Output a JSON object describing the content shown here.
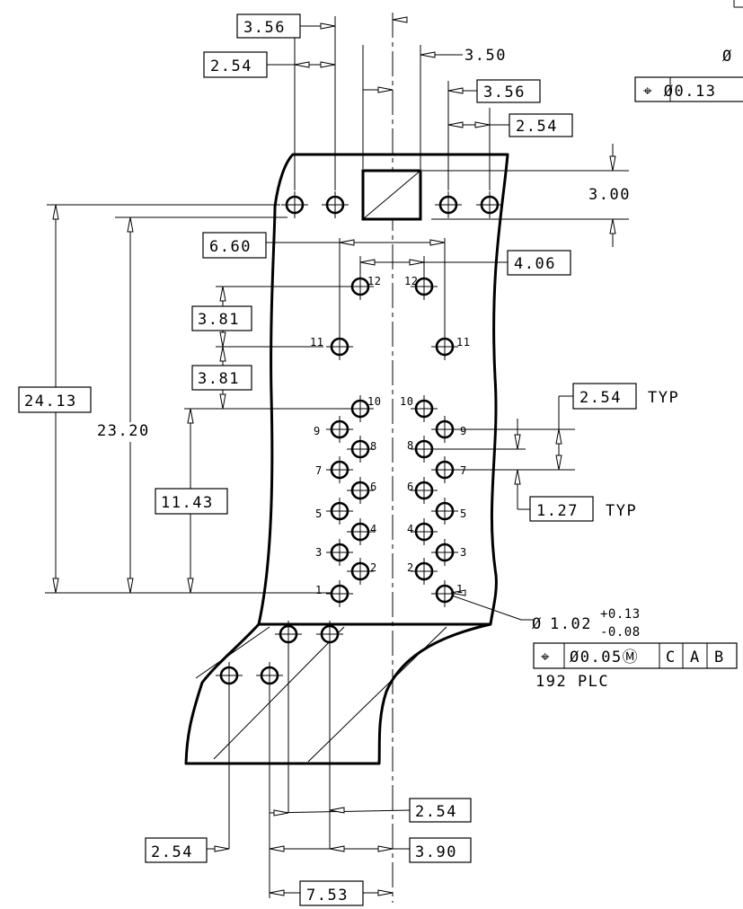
{
  "drawing": {
    "top_dimensions": {
      "d_356_left": "3.56",
      "d_254_left": "2.54",
      "d_350": "3.50",
      "d_356_right": "3.56",
      "d_254_right": "2.54",
      "d_300": "3.00"
    },
    "left_dimensions": {
      "d_660": "6.60",
      "d_406": "4.06",
      "d_381_a": "3.81",
      "d_381_b": "3.81",
      "d_2413": "24.13",
      "d_2320": "23.20",
      "d_1143": "11.43"
    },
    "pitch": {
      "d_254_typ": "2.54",
      "typ_a": "TYP",
      "d_127_typ": "1.27",
      "typ_b": "TYP"
    },
    "hole_callout": {
      "diameter_symbol": "Ø",
      "nominal": "1.02",
      "tol_plus": "+0.13",
      "tol_minus": "-0.08",
      "fcf_cells": [
        "⌖",
        "Ø0.05Ⓜ",
        "C",
        "A",
        "B"
      ],
      "count": "192 PLC"
    },
    "bottom_dimensions": {
      "d_254_a": "2.54",
      "d_254_b": "2.54",
      "d_390": "3.90",
      "d_753": "7.53"
    },
    "corner_fragment": {
      "diameter_symbol": "Ø",
      "fcf_text": "⌖ Ø0.13"
    },
    "pin_labels": {
      "left": [
        "1",
        "2",
        "3",
        "4",
        "5",
        "6",
        "7",
        "8",
        "9",
        "10",
        "11",
        "12"
      ],
      "right": [
        "1",
        "2",
        "3",
        "4",
        "5",
        "6",
        "7",
        "8",
        "9",
        "10",
        "11",
        "12"
      ]
    }
  }
}
